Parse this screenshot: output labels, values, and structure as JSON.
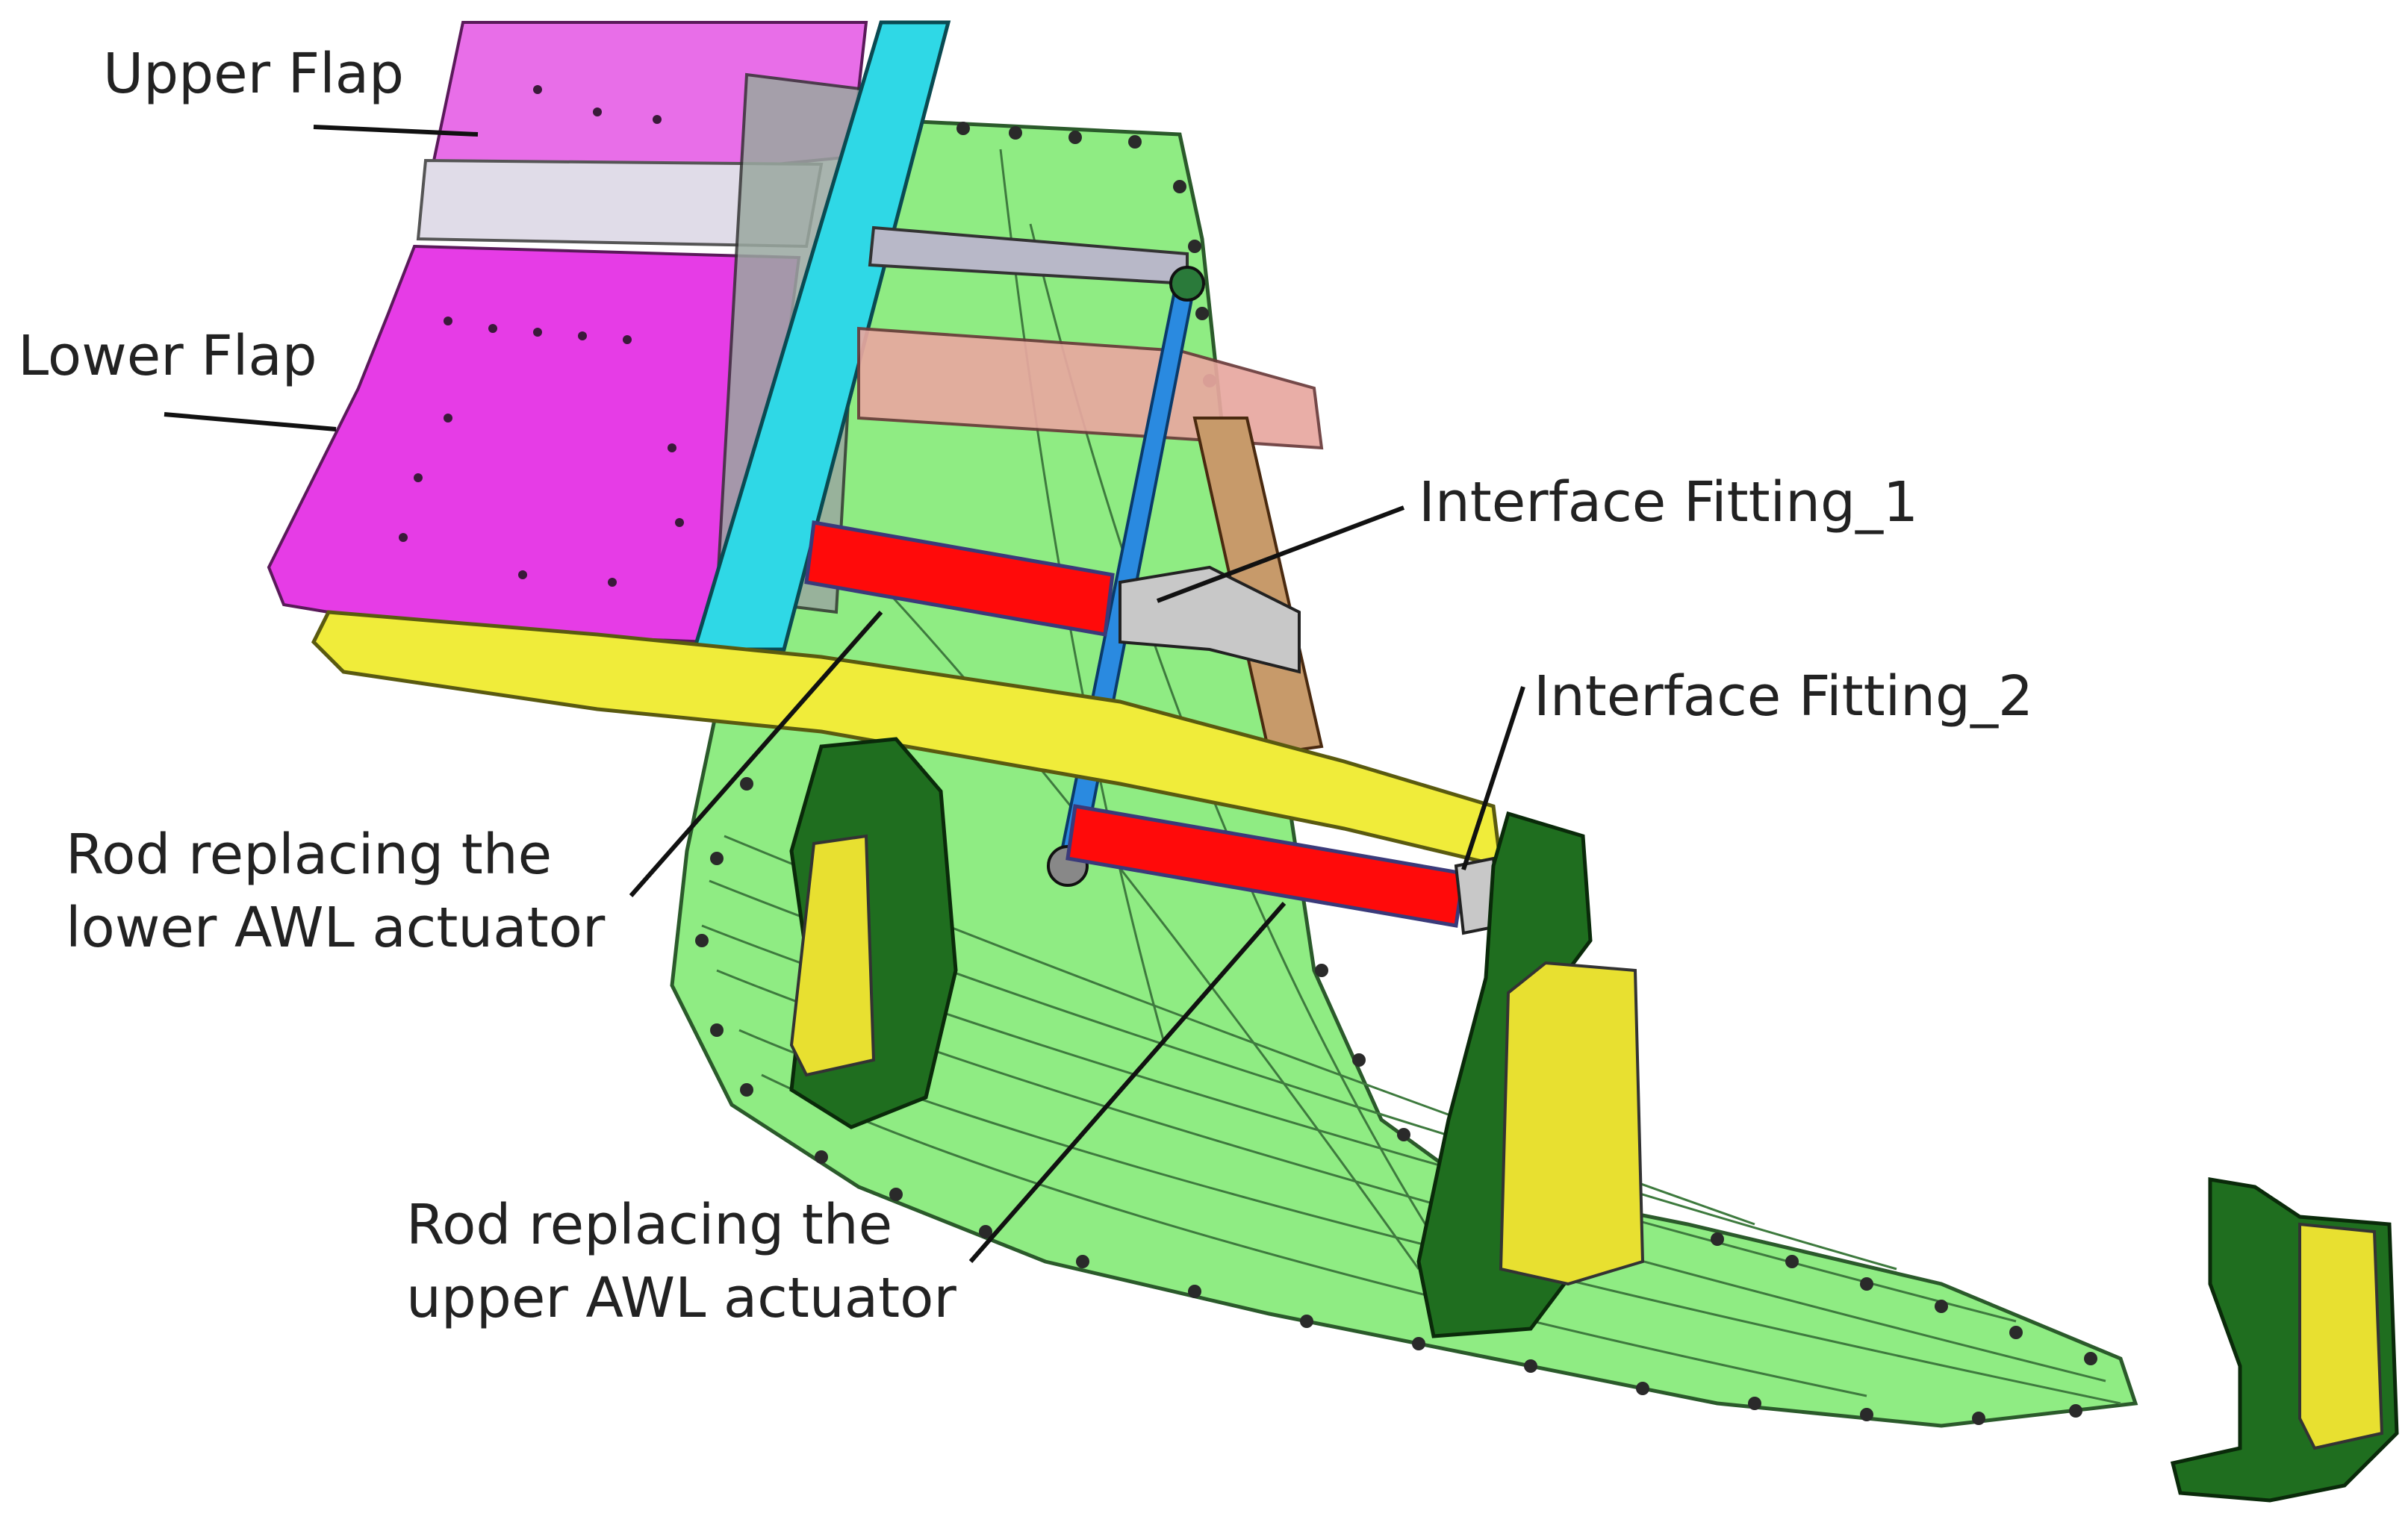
{
  "labels": {
    "upper_flap": "Upper Flap",
    "lower_flap": "Lower Flap",
    "interface_fitting_1": "Interface Fitting_1",
    "interface_fitting_2": "Interface Fitting_2",
    "rod_lower_line1": "Rod replacing the",
    "rod_lower_line2": "lower AWL actuator",
    "rod_upper_line1": "Rod replacing the",
    "rod_upper_line2": "upper AWL actuator"
  },
  "colors": {
    "lower_skin_green": "#8fec83",
    "flap_magenta": "#e63ce6",
    "spar_cyan": "#2fd8e6",
    "rod_red": "#ff0a0a",
    "beam_yellow": "#f0ec3a",
    "fitting_dark_green": "#1f6e1f",
    "pad_yellow": "#e8e030",
    "link_brown": "#c79a6a",
    "rod_blue": "#2a8ae0",
    "rib_pink": "#e8a8a0",
    "strut_grey": "#b8b8c8",
    "leader_line": "#111111"
  }
}
